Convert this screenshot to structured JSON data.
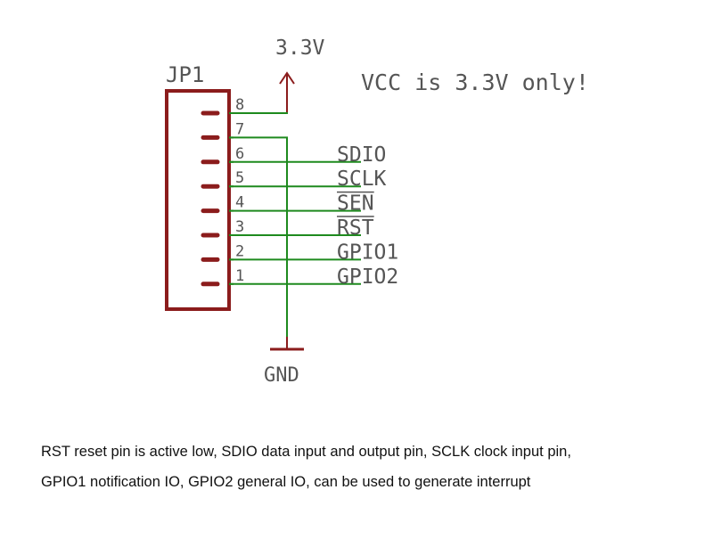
{
  "colors": {
    "header_outline": "#8b1c1c",
    "wire": "#1e8a1e",
    "text": "#555555",
    "caption": "#111111"
  },
  "header": {
    "ref": "JP1",
    "pins": [
      "8",
      "7",
      "6",
      "5",
      "4",
      "3",
      "2",
      "1"
    ]
  },
  "power": {
    "label": "3.3V",
    "note": "VCC is 3.3V only!",
    "icon": "arrow-up-icon"
  },
  "ground": {
    "label": "GND",
    "icon": "ground-symbol-icon"
  },
  "signals": [
    {
      "label": "SDIO",
      "pin": "6",
      "overline": false
    },
    {
      "label": "SCLK",
      "pin": "5",
      "overline": false
    },
    {
      "label": "SEN",
      "pin": "4",
      "overline": true
    },
    {
      "label": "RST",
      "pin": "3",
      "overline": true
    },
    {
      "label": "GPIO1",
      "pin": "2",
      "overline": false
    },
    {
      "label": "GPIO2",
      "pin": "1",
      "overline": false
    }
  ],
  "caption": {
    "line1": "RST reset pin is active low, SDIO data input and output pin, SCLK clock input pin,",
    "line2": "GPIO1 notification IO, GPIO2 general IO, can be used to generate interrupt"
  }
}
